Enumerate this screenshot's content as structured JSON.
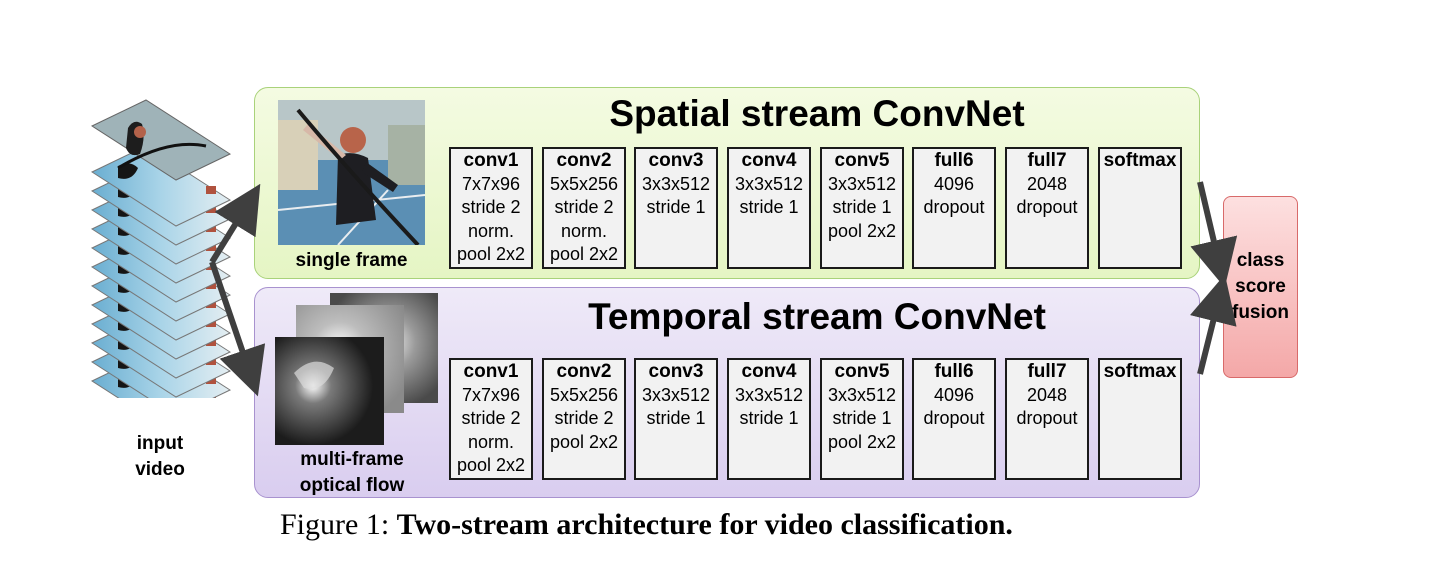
{
  "input": {
    "label_line1": "input",
    "label_line2": "video"
  },
  "spatial": {
    "title": "Spatial stream ConvNet",
    "image_label": "single frame",
    "layers": [
      {
        "name": "conv1",
        "lines": [
          "7x7x96",
          "stride 2",
          "norm.",
          "pool 2x2"
        ]
      },
      {
        "name": "conv2",
        "lines": [
          "5x5x256",
          "stride 2",
          "norm.",
          "pool 2x2"
        ]
      },
      {
        "name": "conv3",
        "lines": [
          "3x3x512",
          "stride 1"
        ]
      },
      {
        "name": "conv4",
        "lines": [
          "3x3x512",
          "stride 1"
        ]
      },
      {
        "name": "conv5",
        "lines": [
          "3x3x512",
          "stride 1",
          "pool 2x2"
        ]
      },
      {
        "name": "full6",
        "lines": [
          "4096",
          "dropout"
        ]
      },
      {
        "name": "full7",
        "lines": [
          "2048",
          "dropout"
        ]
      },
      {
        "name": "softmax",
        "lines": []
      }
    ]
  },
  "temporal": {
    "title": "Temporal stream ConvNet",
    "image_label_line1": "multi-frame",
    "image_label_line2": "optical flow",
    "layers": [
      {
        "name": "conv1",
        "lines": [
          "7x7x96",
          "stride 2",
          "norm.",
          "pool 2x2"
        ]
      },
      {
        "name": "conv2",
        "lines": [
          "5x5x256",
          "stride 2",
          "pool 2x2"
        ]
      },
      {
        "name": "conv3",
        "lines": [
          "3x3x512",
          "stride 1"
        ]
      },
      {
        "name": "conv4",
        "lines": [
          "3x3x512",
          "stride 1"
        ]
      },
      {
        "name": "conv5",
        "lines": [
          "3x3x512",
          "stride 1",
          "pool 2x2"
        ]
      },
      {
        "name": "full6",
        "lines": [
          "4096",
          "dropout"
        ]
      },
      {
        "name": "full7",
        "lines": [
          "2048",
          "dropout"
        ]
      },
      {
        "name": "softmax",
        "lines": []
      }
    ]
  },
  "fusion": {
    "line1": "class",
    "line2": "score",
    "line3": "fusion"
  },
  "caption": {
    "prefix": "Figure 1: ",
    "bold": "Two-stream architecture for video classification."
  },
  "colors": {
    "spatial_fill": "#e5f5c4",
    "temporal_fill": "#d9cdef",
    "fusion_fill": "#f4a8a8",
    "layer_fill": "#f2f2f2",
    "arrow": "#3f3f3f"
  }
}
